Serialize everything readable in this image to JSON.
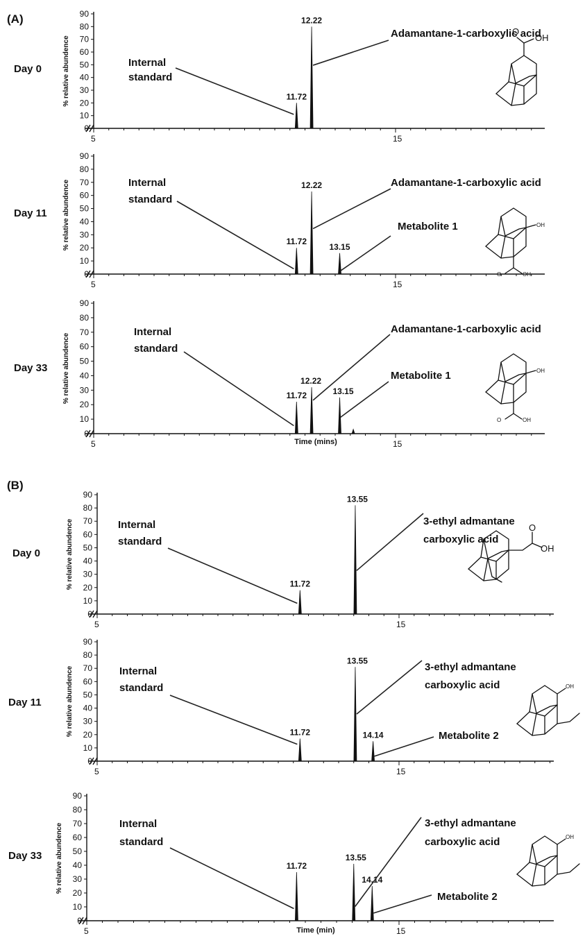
{
  "colors": {
    "ink": "#111111",
    "leader": "#222222",
    "background": "#ffffff"
  },
  "chart_data": [
    {
      "type": "line",
      "panel": "(A)",
      "day": "Day 0",
      "ylabel": "% relative abundence",
      "xlabel": "",
      "xticks": [
        5,
        15
      ],
      "yticks": [
        0,
        10,
        20,
        30,
        40,
        50,
        60,
        70,
        80,
        90
      ],
      "ylim": [
        0,
        90
      ],
      "peaks": [
        {
          "x": 11.72,
          "y": 20,
          "label": "11.72"
        },
        {
          "x": 12.22,
          "y": 80,
          "label": "12.22"
        }
      ],
      "annotations": [
        {
          "lines": [
            "Internal",
            "standard"
          ],
          "peak": 0
        },
        {
          "lines": [
            "Adamantane-1-carboxylic acid"
          ],
          "peak": 1
        }
      ],
      "molecule": "adamantane-cooh",
      "mol_labels": [
        "O",
        "OH"
      ]
    },
    {
      "type": "line",
      "panel": "",
      "day": "Day 11",
      "ylabel": "% relative abundence",
      "xlabel": "",
      "xticks": [
        5,
        15
      ],
      "yticks": [
        0,
        10,
        20,
        30,
        40,
        50,
        60,
        70,
        80,
        90
      ],
      "ylim": [
        0,
        90
      ],
      "peaks": [
        {
          "x": 11.72,
          "y": 20,
          "label": "11.72"
        },
        {
          "x": 12.22,
          "y": 63,
          "label": "12.22"
        },
        {
          "x": 13.15,
          "y": 16,
          "label": "13.15"
        }
      ],
      "annotations": [
        {
          "lines": [
            "Internal",
            "standard"
          ],
          "peak": 0
        },
        {
          "lines": [
            "Adamantane-1-carboxylic acid"
          ],
          "peak": 1
        },
        {
          "lines": [
            "Metabolite 1"
          ],
          "peak": 2
        }
      ],
      "molecule": "metabolite-1",
      "mol_labels": [
        "OH",
        "O",
        "OH"
      ]
    },
    {
      "type": "line",
      "panel": "",
      "day": "Day 33",
      "ylabel": "% relative abundence",
      "xlabel": "Time (mins)",
      "xticks": [
        5,
        15
      ],
      "yticks": [
        0,
        10,
        20,
        30,
        40,
        50,
        60,
        70,
        80,
        90
      ],
      "ylim": [
        0,
        90
      ],
      "peaks": [
        {
          "x": 11.72,
          "y": 22,
          "label": "11.72"
        },
        {
          "x": 12.22,
          "y": 32,
          "label": "12.22"
        },
        {
          "x": 13.15,
          "y": 25,
          "label": "13.15"
        },
        {
          "x": 13.6,
          "y": 3,
          "label": ""
        }
      ],
      "annotations": [
        {
          "lines": [
            "Internal",
            "standard"
          ],
          "peak": 0
        },
        {
          "lines": [
            "Adamantane-1-carboxylic acid"
          ],
          "peak": 1
        },
        {
          "lines": [
            "Metabolite 1"
          ],
          "peak": 2
        }
      ],
      "molecule": "metabolite-1",
      "mol_labels": [
        "OH",
        "O",
        "OH"
      ]
    },
    {
      "type": "line",
      "panel": "(B)",
      "day": "Day 0",
      "ylabel": "% relative abundence",
      "xlabel": "",
      "xticks": [
        5,
        15
      ],
      "yticks": [
        0,
        10,
        20,
        30,
        40,
        50,
        60,
        70,
        80,
        90
      ],
      "ylim": [
        0,
        90
      ],
      "peaks": [
        {
          "x": 11.72,
          "y": 18,
          "label": "11.72"
        },
        {
          "x": 13.55,
          "y": 82,
          "label": "13.55"
        }
      ],
      "annotations": [
        {
          "lines": [
            "Internal",
            "standard"
          ],
          "peak": 0
        },
        {
          "lines": [
            "3-ethyl admantane",
            "carboxylic acid"
          ],
          "peak": 1
        }
      ],
      "molecule": "ethyl-adamantane-cooh",
      "mol_labels": [
        "O",
        "OH"
      ]
    },
    {
      "type": "line",
      "panel": "",
      "day": "Day 11",
      "ylabel": "% relative abundence",
      "xlabel": "",
      "xticks": [
        5,
        15
      ],
      "yticks": [
        0,
        10,
        20,
        30,
        40,
        50,
        60,
        70,
        80,
        90
      ],
      "ylim": [
        0,
        90
      ],
      "peaks": [
        {
          "x": 11.72,
          "y": 17,
          "label": "11.72"
        },
        {
          "x": 13.55,
          "y": 71,
          "label": "13.55"
        },
        {
          "x": 14.14,
          "y": 15,
          "label": "14.14"
        }
      ],
      "annotations": [
        {
          "lines": [
            "Internal",
            "standard"
          ],
          "peak": 0
        },
        {
          "lines": [
            "3-ethyl admantane",
            "carboxylic acid"
          ],
          "peak": 1
        },
        {
          "lines": [
            "Metabolite 2"
          ],
          "peak": 2
        }
      ],
      "molecule": "metabolite-2",
      "mol_labels": [
        "OH"
      ]
    },
    {
      "type": "line",
      "panel": "",
      "day": "Day 33",
      "ylabel": "% relative abundence",
      "xlabel": "Time (min)",
      "xticks": [
        5,
        15
      ],
      "yticks": [
        0,
        10,
        20,
        30,
        40,
        50,
        60,
        70,
        80,
        90
      ],
      "ylim": [
        0,
        90
      ],
      "peaks": [
        {
          "x": 11.72,
          "y": 35,
          "label": "11.72"
        },
        {
          "x": 13.55,
          "y": 41,
          "label": "13.55"
        },
        {
          "x": 14.14,
          "y": 25,
          "label": "14.14"
        }
      ],
      "annotations": [
        {
          "lines": [
            "Internal",
            "standard"
          ],
          "peak": 0
        },
        {
          "lines": [
            "3-ethyl admantane",
            "carboxylic acid"
          ],
          "peak": 1
        },
        {
          "lines": [
            "Metabolite 2"
          ],
          "peak": 2
        }
      ],
      "molecule": "metabolite-2",
      "mol_labels": [
        "OH"
      ]
    }
  ]
}
